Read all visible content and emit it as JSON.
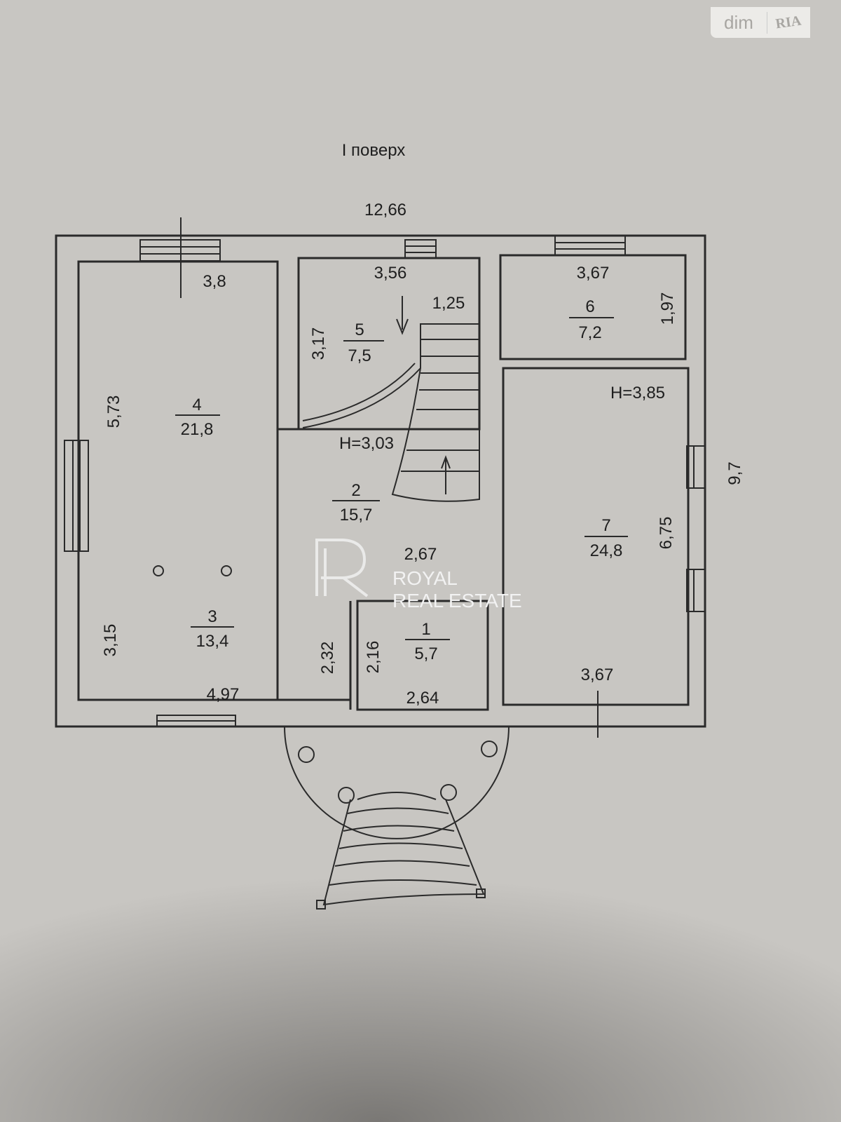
{
  "logo": {
    "left": "dim",
    "right": "RIA"
  },
  "title": "I поверх",
  "overall": {
    "width": "12,66",
    "height": "9,7"
  },
  "rooms": [
    {
      "number": "1",
      "area": "5,7"
    },
    {
      "number": "2",
      "area": "15,7"
    },
    {
      "number": "3",
      "area": "13,4"
    },
    {
      "number": "4",
      "area": "21,8"
    },
    {
      "number": "5",
      "area": "7,5"
    },
    {
      "number": "6",
      "area": "7,2"
    },
    {
      "number": "7",
      "area": "24,8"
    }
  ],
  "dimensions": {
    "r4_top": "3,8",
    "r4_left": "5,73",
    "r5_top": "3,56",
    "r5_left": "3,17",
    "stair": "1,25",
    "r6_top": "3,67",
    "r6_right": "1,97",
    "r3_left": "3,15",
    "r3_bottom": "4,97",
    "r3_right": "2,32",
    "r1_top": "2,67",
    "r1_left": "2,16",
    "r1_bottom": "2,64",
    "r7_right": "6,75",
    "r7_bottom": "3,67"
  },
  "heights": {
    "hall": "H=3,03",
    "r7": "H=3,85"
  },
  "watermark": {
    "line1": "ROYAL",
    "line2": "REAL ESTATE"
  }
}
